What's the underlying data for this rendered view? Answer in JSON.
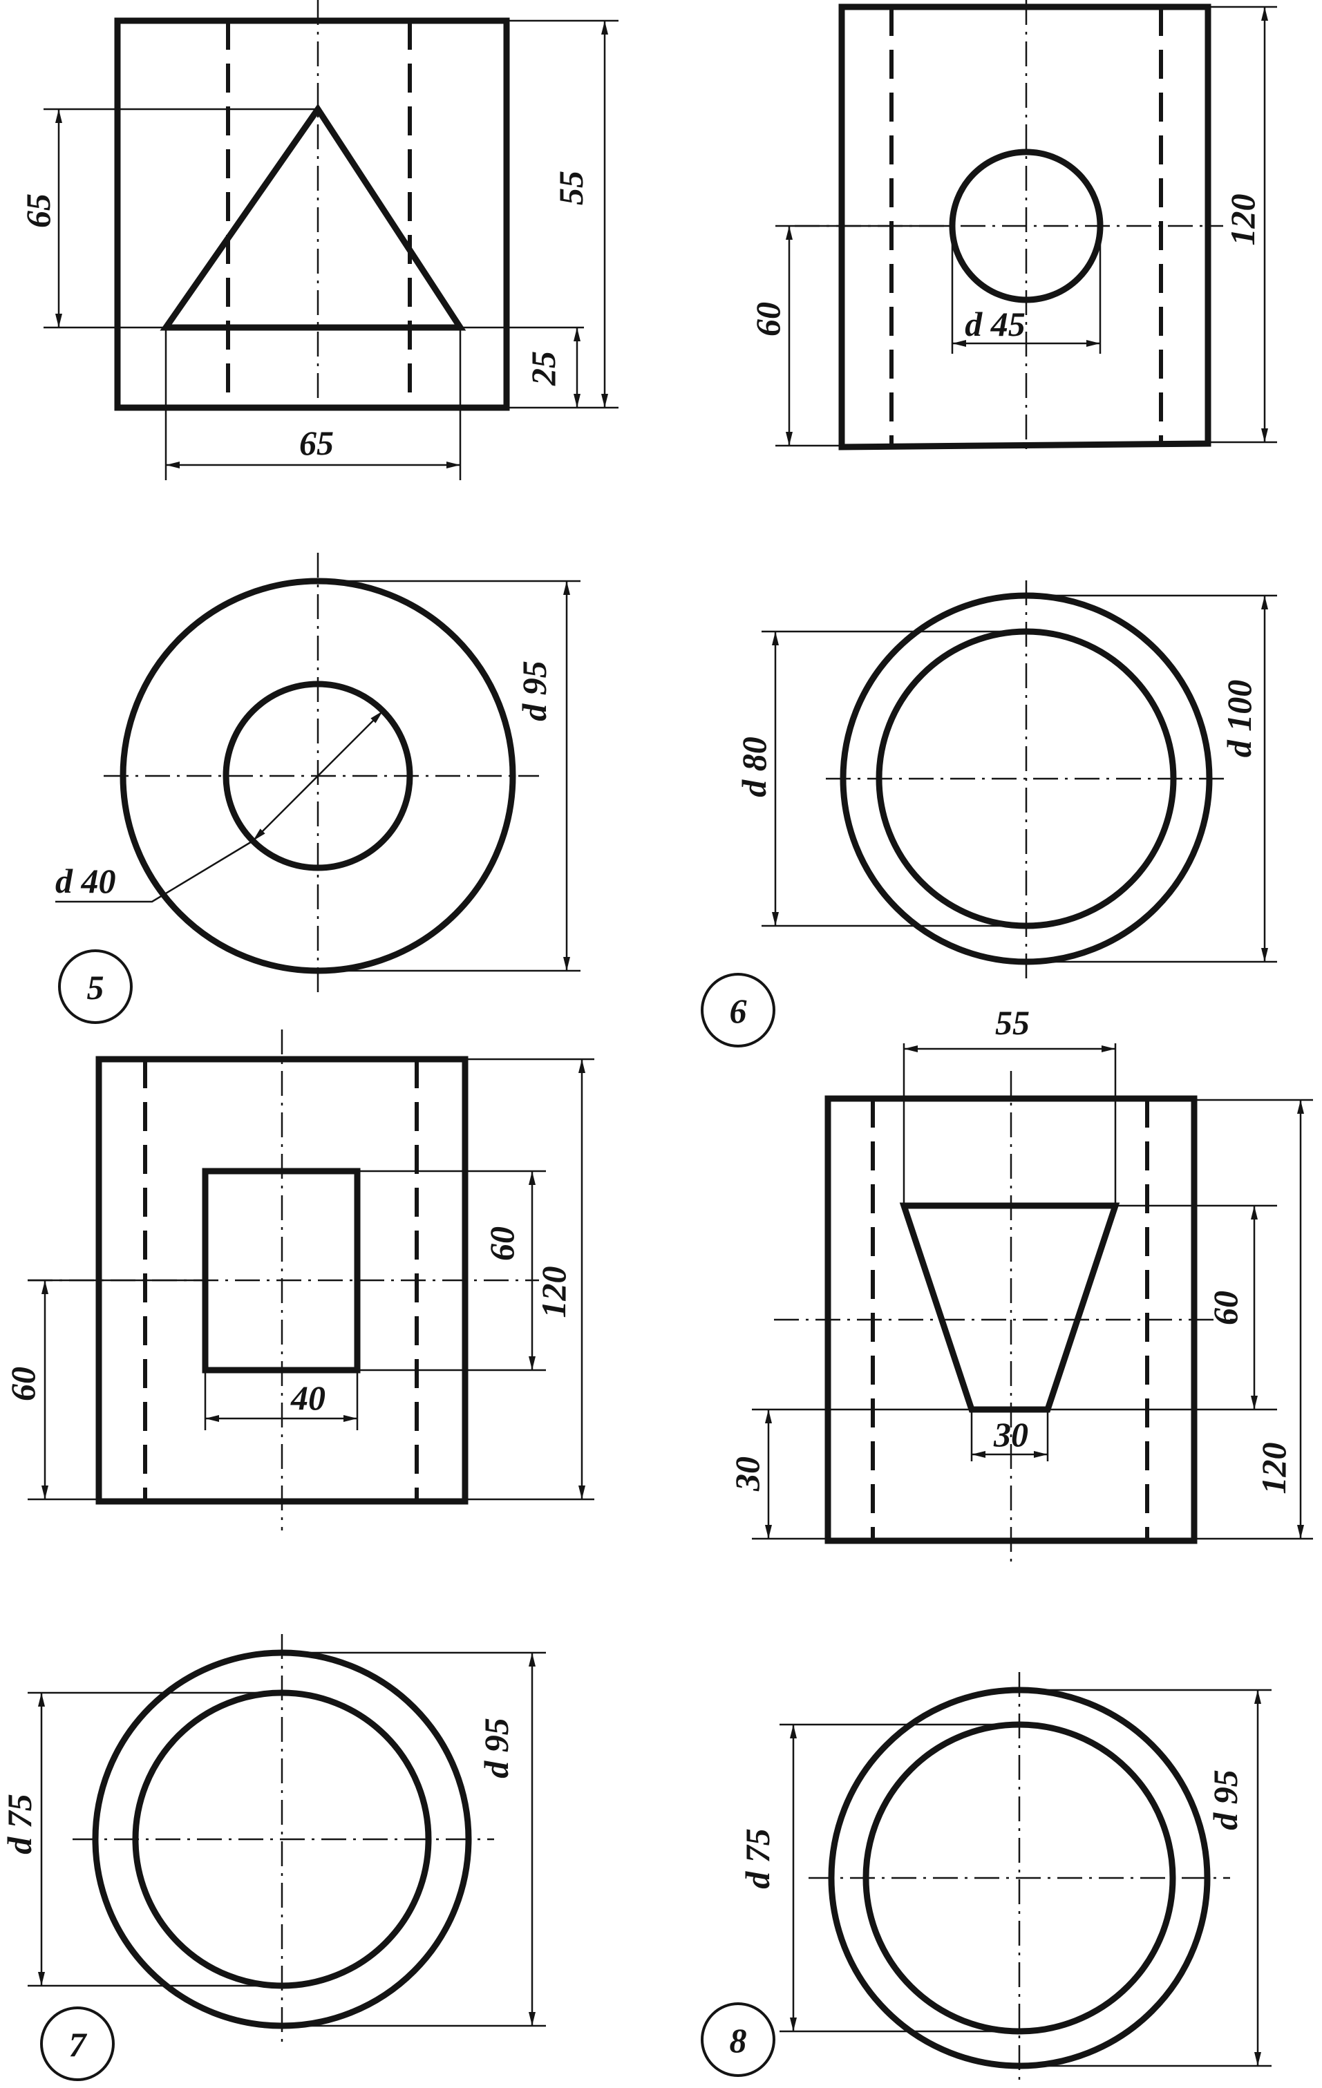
{
  "dimensions": {
    "fig1_h65": "65",
    "fig1_h55": "55",
    "fig1_h25": "25",
    "fig1_w65": "65",
    "fig2_h60": "60",
    "fig2_d45": "d 45",
    "fig2_h120": "120",
    "fig5_d40": "d 40",
    "fig5_d95": "d 95",
    "fig6_d80": "d 80",
    "fig6_d100": "d 100",
    "fig7r_h60": "60",
    "fig7r_w40": "40",
    "fig7r_hole60": "60",
    "fig7r_h120": "120",
    "fig8r_w55": "55",
    "fig8r_w30": "30",
    "fig8r_h60": "60",
    "fig8r_h30": "30",
    "fig8r_h120": "120",
    "fig7_d75": "d 75",
    "fig7_d95": "d 95",
    "fig8_d75": "d 75",
    "fig8_d95": "d 95"
  },
  "labels": {
    "fig5": "5",
    "fig6": "6",
    "fig7": "7",
    "fig8": "8"
  }
}
